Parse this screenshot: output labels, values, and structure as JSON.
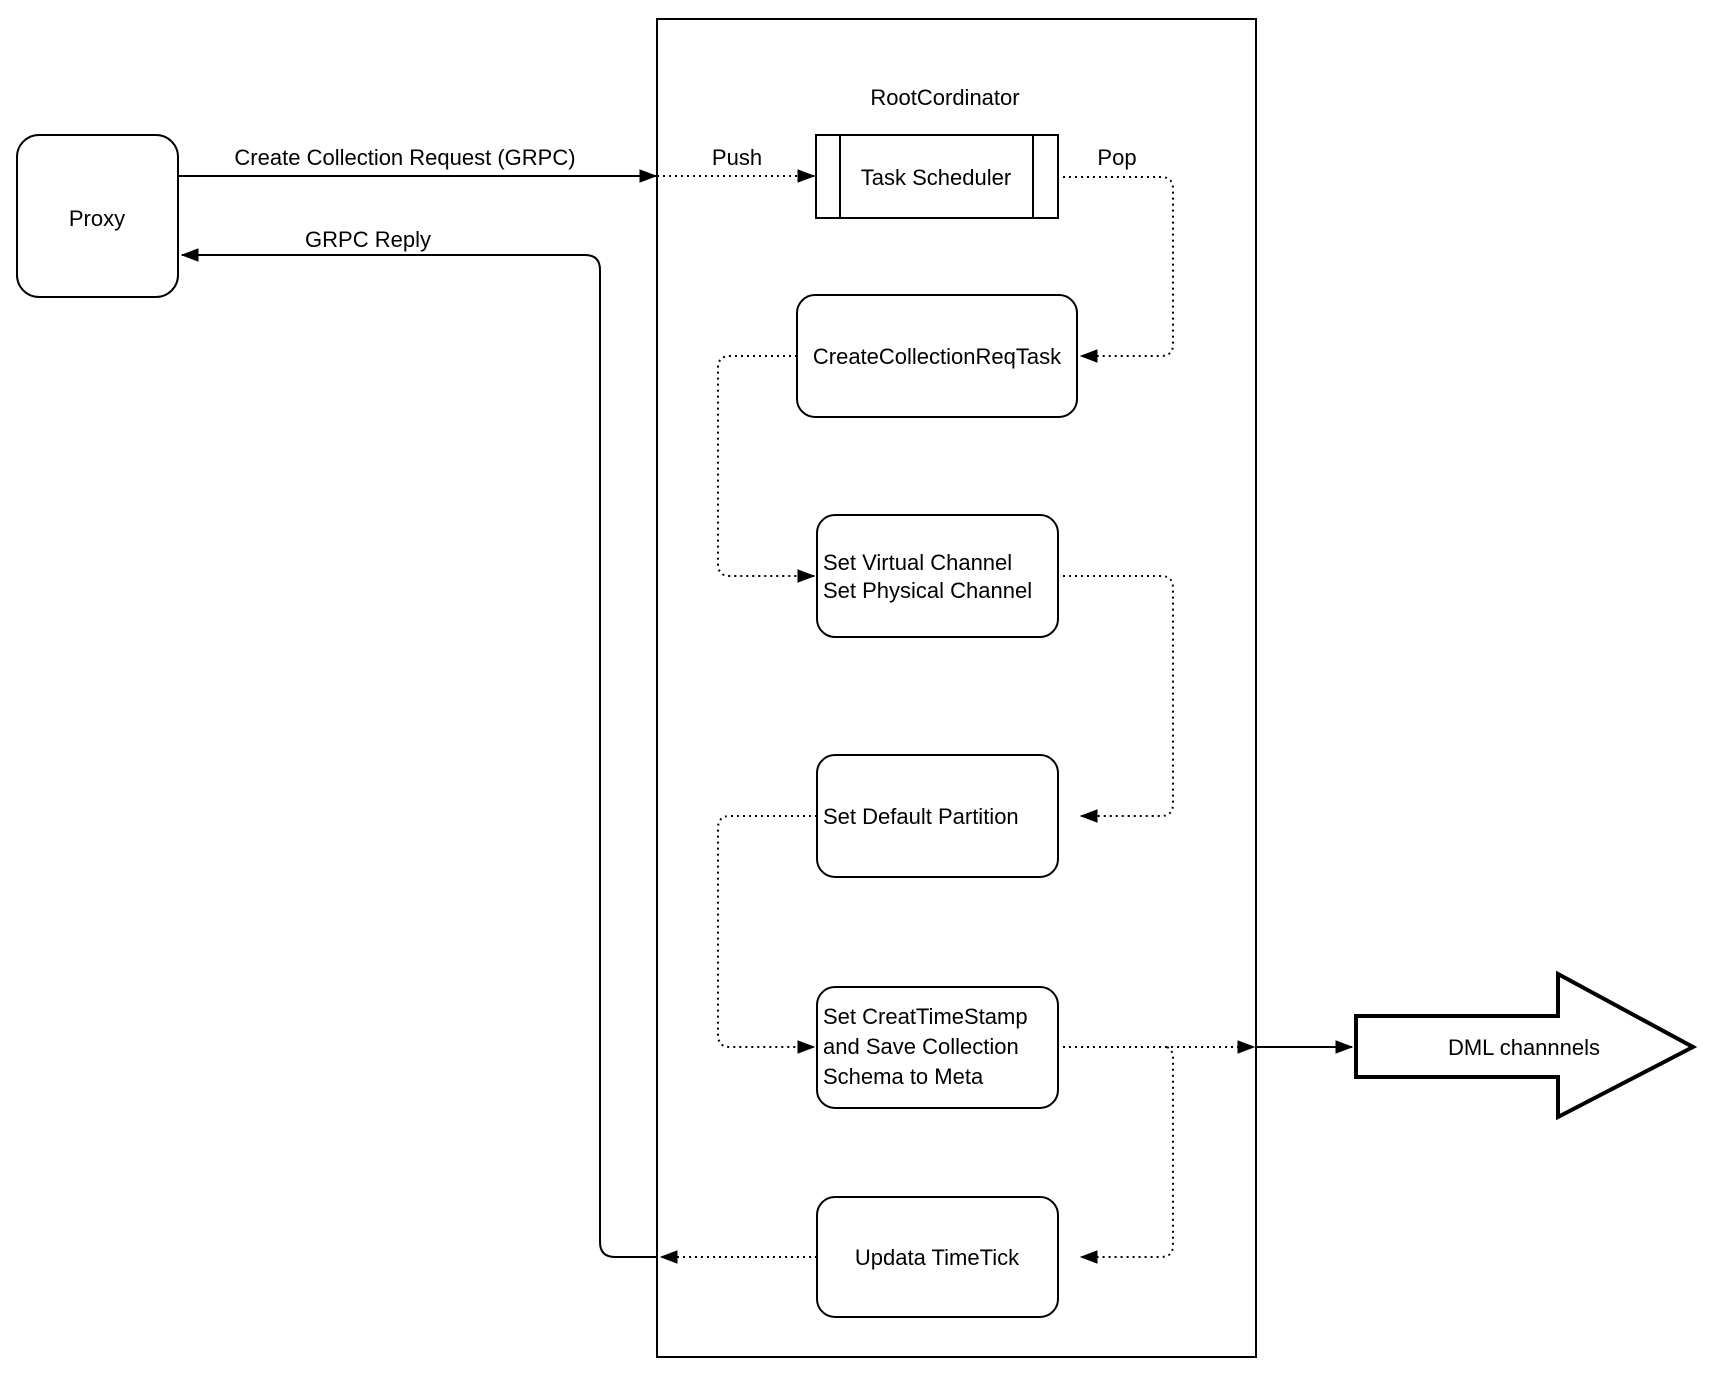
{
  "diagram": {
    "background": "#ffffff",
    "stroke_color": "#000000",
    "container": {
      "title": "RootCordinator"
    },
    "nodes": {
      "proxy": {
        "label": "Proxy"
      },
      "task_scheduler": {
        "label": "Task Scheduler"
      },
      "create_collection_req_task": {
        "label": "CreateCollectionReqTask"
      },
      "set_channel": {
        "line1": "Set Virtual Channel",
        "line2": "Set Physical Channel"
      },
      "set_default_partition": {
        "label": "Set Default Partition"
      },
      "set_timestamp": {
        "line1": "Set CreatTimeStamp",
        "line2": "and Save Collection",
        "line3": "Schema to Meta"
      },
      "update_timetick": {
        "label": "Updata TimeTick"
      },
      "dml_channels": {
        "label": "DML channnels"
      }
    },
    "edge_labels": {
      "create_collection_request": "Create Collection Request (GRPC)",
      "grpc_reply": "GRPC Reply",
      "push": "Push",
      "pop": "Pop"
    }
  }
}
